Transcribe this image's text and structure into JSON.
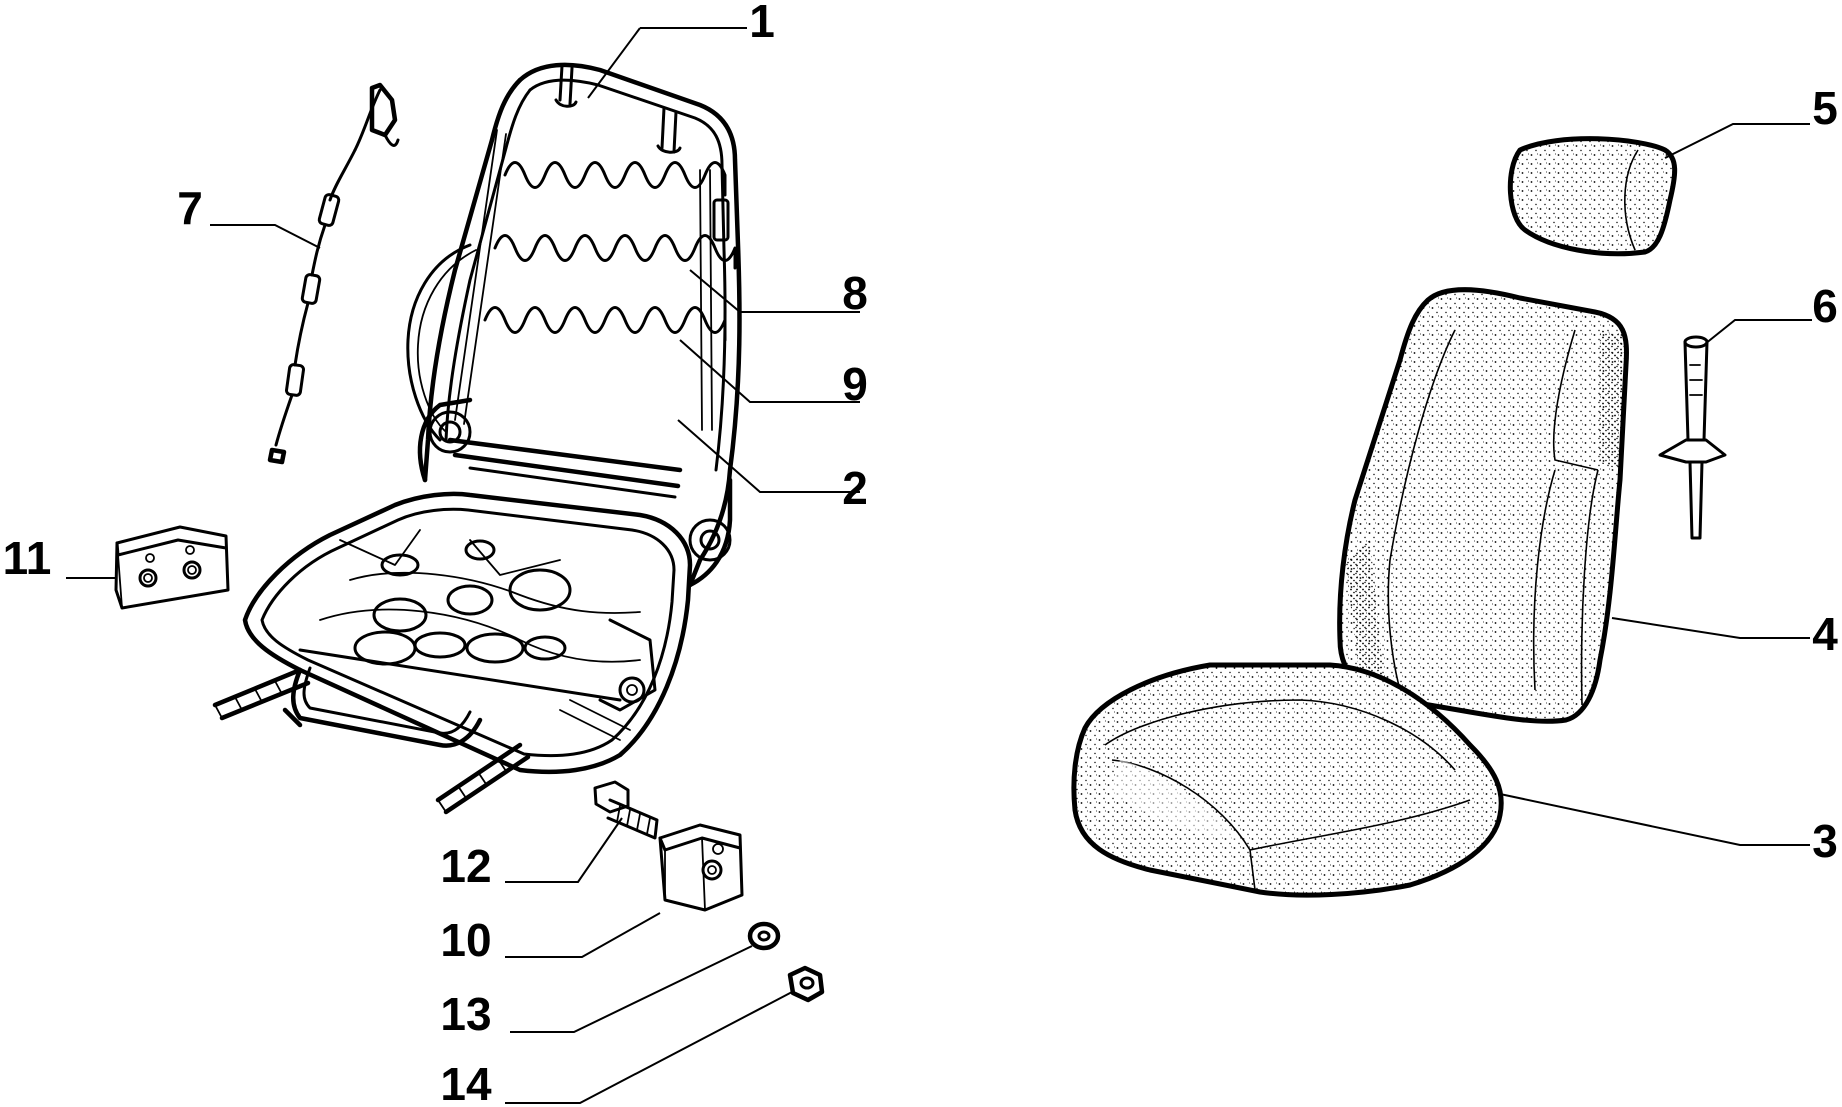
{
  "diagram": {
    "callouts": [
      {
        "id": "1",
        "text": "1"
      },
      {
        "id": "2",
        "text": "2"
      },
      {
        "id": "3",
        "text": "3"
      },
      {
        "id": "4",
        "text": "4"
      },
      {
        "id": "5",
        "text": "5"
      },
      {
        "id": "6",
        "text": "6"
      },
      {
        "id": "7",
        "text": "7"
      },
      {
        "id": "8",
        "text": "8"
      },
      {
        "id": "9",
        "text": "9"
      },
      {
        "id": "10",
        "text": "10"
      },
      {
        "id": "11",
        "text": "11"
      },
      {
        "id": "12",
        "text": "12"
      },
      {
        "id": "13",
        "text": "13"
      },
      {
        "id": "14",
        "text": "14"
      }
    ]
  },
  "colors": {
    "ink": "#000000",
    "paper": "#ffffff"
  }
}
